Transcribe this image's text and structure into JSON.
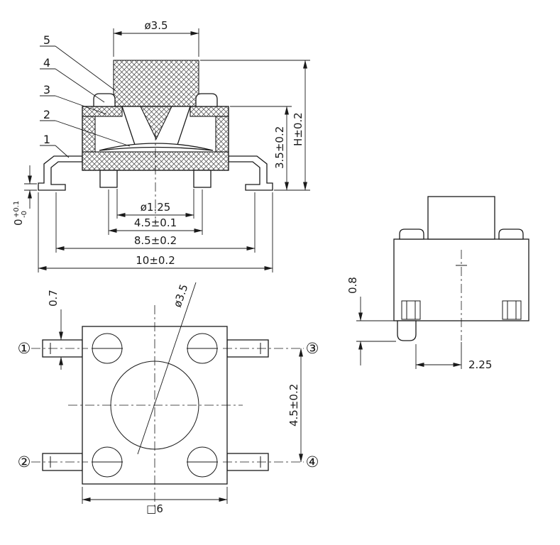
{
  "page": {
    "background": "#ffffff",
    "line_color": "#1a1a1a"
  },
  "front_view": {
    "part_labels": [
      "5",
      "4",
      "3",
      "2",
      "1"
    ],
    "dim_cap_diameter": "ø3.5",
    "dim_body_height": "3.5±0.2",
    "dim_total_height": "H±0.2",
    "dim_peg_diameter": "ø1.25",
    "dim_peg_pitch": "4.5±0.1",
    "dim_lead_span": "8.5±0.2",
    "dim_overall_width": "10±0.2",
    "dim_coplanarity_value": "0",
    "dim_coplanarity_upper": "+0.1",
    "dim_coplanarity_lower": "-0"
  },
  "side_view": {
    "dim_lead_height": "0.8",
    "dim_lead_offset": "2.25"
  },
  "top_view": {
    "pin_labels": [
      "①",
      "②",
      "③",
      "④"
    ],
    "dim_lead_width": "0.7",
    "dim_button_diameter": "ø3.5",
    "dim_pin_pitch": "4.5±0.2",
    "dim_body_square": "□6"
  }
}
